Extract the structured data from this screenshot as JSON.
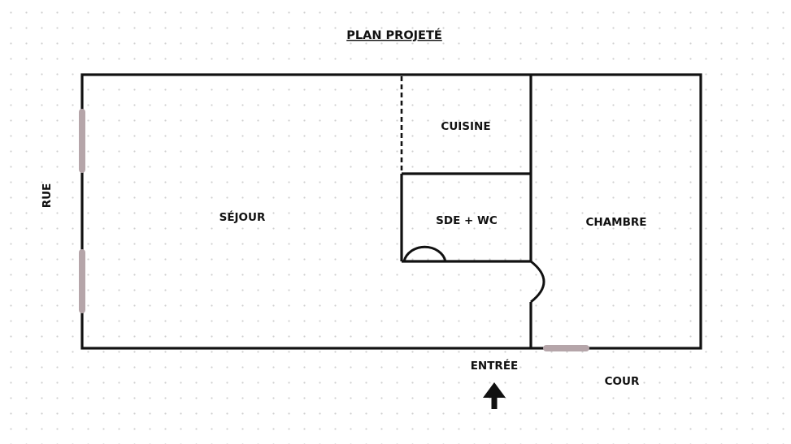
{
  "title": "PLAN PROJETÉ",
  "rooms": {
    "sejour": "SÉJOUR",
    "cuisine": "CUISINE",
    "sde_wc": "SDE + WC",
    "chambre": "CHAMBRE"
  },
  "outside": {
    "rue": "RUE",
    "entree": "ENTRÉE",
    "cour": "COUR"
  },
  "colors": {
    "wall": "#111111",
    "window": "#b5a5a9",
    "arrow": "#111111"
  }
}
